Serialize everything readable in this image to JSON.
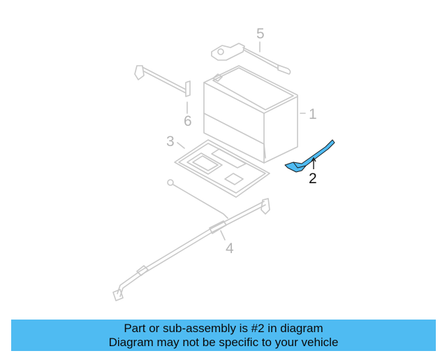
{
  "diagram": {
    "callouts": [
      {
        "number": "1",
        "part": "battery"
      },
      {
        "number": "2",
        "part": "hold-down-bracket",
        "highlighted": true
      },
      {
        "number": "3",
        "part": "battery-tray"
      },
      {
        "number": "4",
        "part": "battery-cable"
      },
      {
        "number": "5",
        "part": "positive-terminal-cable"
      },
      {
        "number": "6",
        "part": "hold-down-rod"
      }
    ],
    "highlight_color": "#4fbbf2",
    "line_color": "#c8c8c8"
  },
  "banner": {
    "line1": "Part or sub-assembly is #2 in diagram",
    "line2": "Diagram may not be specific to your vehicle",
    "background": "#4fbbf2"
  }
}
